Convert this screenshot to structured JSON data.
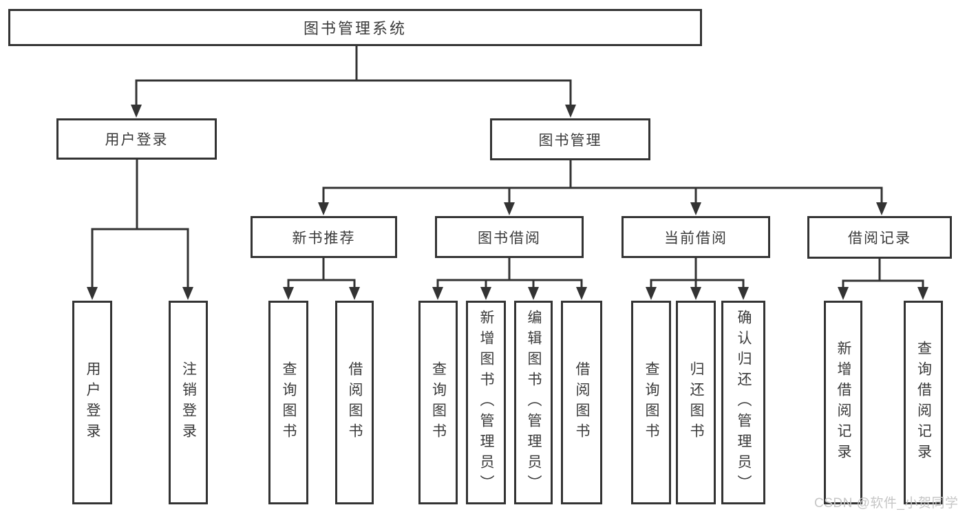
{
  "diagram": {
    "root": {
      "label": "图书管理系统"
    },
    "level2": [
      {
        "label": "用户登录"
      },
      {
        "label": "图书管理"
      }
    ],
    "level3": [
      {
        "label": "新书推荐"
      },
      {
        "label": "图书借阅"
      },
      {
        "label": "当前借阅"
      },
      {
        "label": "借阅记录"
      }
    ],
    "leaves": [
      {
        "label": "用户登录",
        "parent": "用户登录"
      },
      {
        "label": "注销登录",
        "parent": "用户登录"
      },
      {
        "label": "查询图书",
        "parent": "新书推荐"
      },
      {
        "label": "借阅图书",
        "parent": "新书推荐"
      },
      {
        "label": "查询图书",
        "parent": "图书借阅"
      },
      {
        "label": "新增图书（管理员）",
        "parent": "图书借阅"
      },
      {
        "label": "编辑图书（管理员）",
        "parent": "图书借阅"
      },
      {
        "label": "借阅图书",
        "parent": "图书借阅"
      },
      {
        "label": "查询图书",
        "parent": "当前借阅"
      },
      {
        "label": "归还图书",
        "parent": "当前借阅"
      },
      {
        "label": "确认归还（管理员）",
        "parent": "当前借阅"
      },
      {
        "label": "新增借阅记录",
        "parent": "借阅记录"
      },
      {
        "label": "查询借阅记录",
        "parent": "借阅记录"
      }
    ],
    "watermark": "CSDN @软件_小贺同学",
    "colors": {
      "line": "#333333",
      "text": "#3a3a3a",
      "background": "#ffffff",
      "watermark": "#c6c6c6"
    }
  }
}
